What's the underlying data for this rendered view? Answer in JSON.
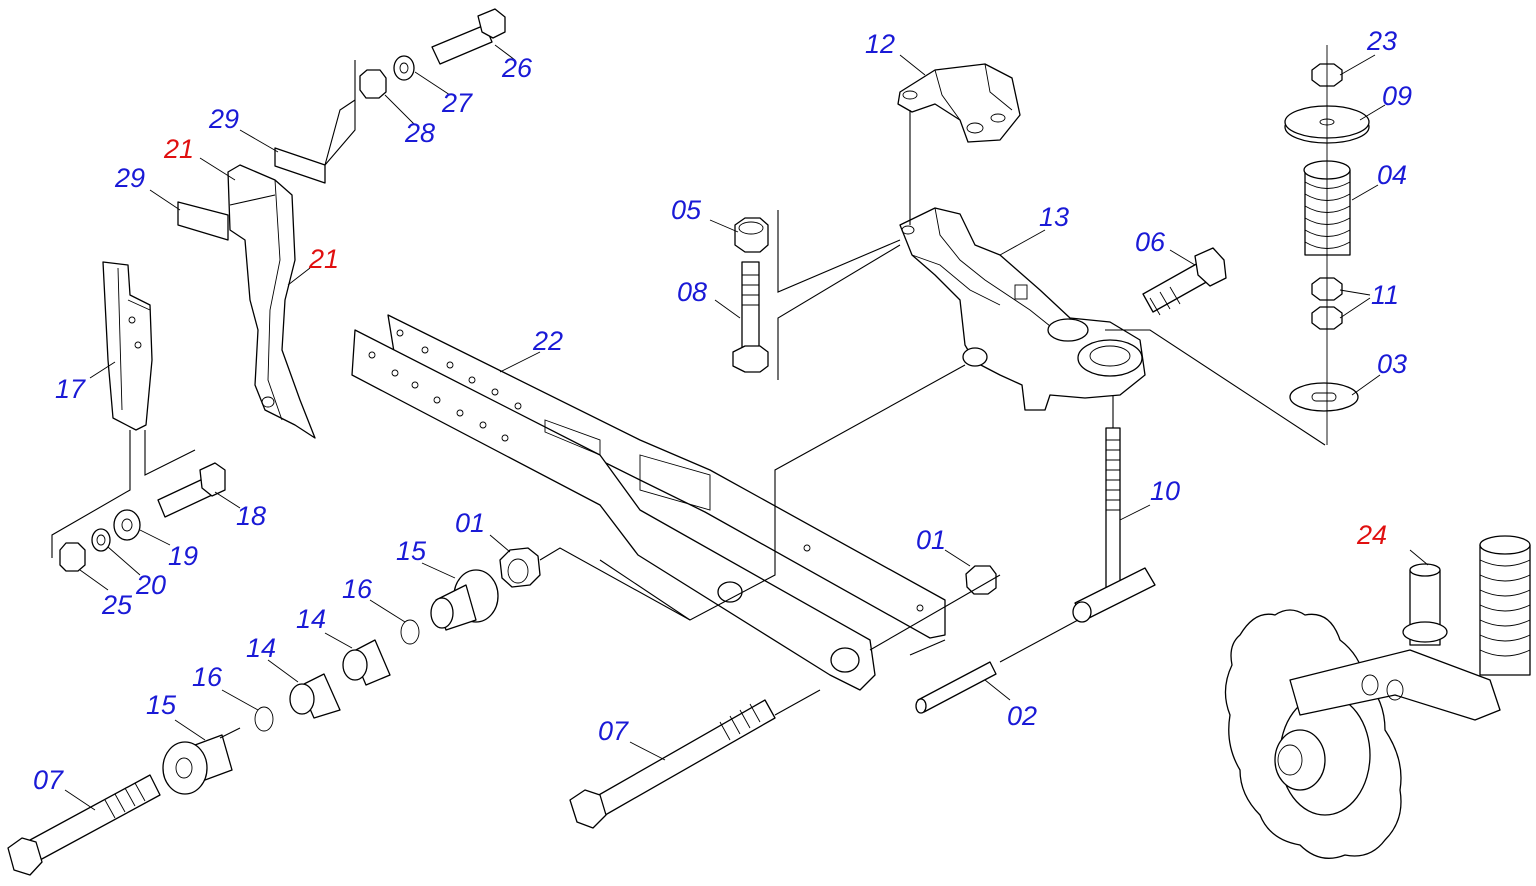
{
  "colors": {
    "label_blue": "#1a1ad6",
    "label_red": "#e01010",
    "line": "#000000"
  },
  "callouts": [
    {
      "id": "c12",
      "text": "12",
      "color": "blue"
    },
    {
      "id": "c23",
      "text": "23",
      "color": "blue"
    },
    {
      "id": "c09",
      "text": "09",
      "color": "blue"
    },
    {
      "id": "c04",
      "text": "04",
      "color": "blue"
    },
    {
      "id": "c13",
      "text": "13",
      "color": "blue"
    },
    {
      "id": "c05",
      "text": "05",
      "color": "blue"
    },
    {
      "id": "c06",
      "text": "06",
      "color": "blue"
    },
    {
      "id": "c08",
      "text": "08",
      "color": "blue"
    },
    {
      "id": "c11",
      "text": "11",
      "color": "blue"
    },
    {
      "id": "c03",
      "text": "03",
      "color": "blue"
    },
    {
      "id": "c10",
      "text": "10",
      "color": "blue"
    },
    {
      "id": "c24",
      "text": "24",
      "color": "red"
    },
    {
      "id": "c26",
      "text": "26",
      "color": "blue"
    },
    {
      "id": "c27",
      "text": "27",
      "color": "blue"
    },
    {
      "id": "c28",
      "text": "28",
      "color": "blue"
    },
    {
      "id": "c29a",
      "text": "29",
      "color": "blue"
    },
    {
      "id": "c21a",
      "text": "21",
      "color": "red"
    },
    {
      "id": "c29b",
      "text": "29",
      "color": "blue"
    },
    {
      "id": "c21b",
      "text": "21",
      "color": "red"
    },
    {
      "id": "c22",
      "text": "22",
      "color": "blue"
    },
    {
      "id": "c17",
      "text": "17",
      "color": "blue"
    },
    {
      "id": "c18",
      "text": "18",
      "color": "blue"
    },
    {
      "id": "c19",
      "text": "19",
      "color": "blue"
    },
    {
      "id": "c20",
      "text": "20",
      "color": "blue"
    },
    {
      "id": "c25",
      "text": "25",
      "color": "blue"
    },
    {
      "id": "c01a",
      "text": "01",
      "color": "blue"
    },
    {
      "id": "c15a",
      "text": "15",
      "color": "blue"
    },
    {
      "id": "c16a",
      "text": "16",
      "color": "blue"
    },
    {
      "id": "c14a",
      "text": "14",
      "color": "blue"
    },
    {
      "id": "c14b",
      "text": "14",
      "color": "blue"
    },
    {
      "id": "c16b",
      "text": "16",
      "color": "blue"
    },
    {
      "id": "c15b",
      "text": "15",
      "color": "blue"
    },
    {
      "id": "c07a",
      "text": "07",
      "color": "blue"
    },
    {
      "id": "c07b",
      "text": "07",
      "color": "blue"
    },
    {
      "id": "c01b",
      "text": "01",
      "color": "blue"
    },
    {
      "id": "c02",
      "text": "02",
      "color": "blue"
    }
  ]
}
